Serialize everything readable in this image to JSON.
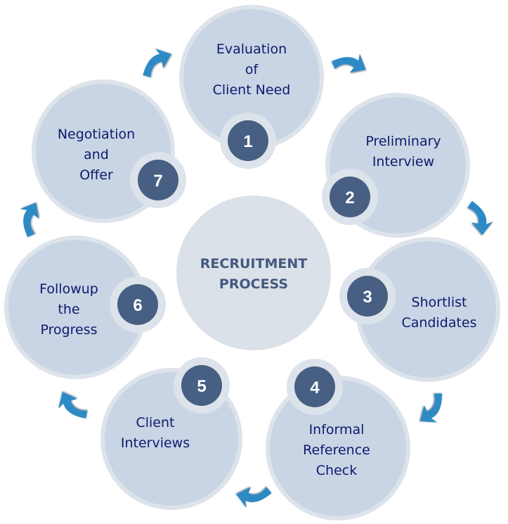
{
  "title": "RECRUITMENT PROCESS",
  "center": {
    "lines": [
      "RECRUITMENT",
      "PROCESS"
    ]
  },
  "colors": {
    "circle_fill": "#c9d5e4",
    "circle_ring": "#dde3ea",
    "center_fill": "#dbe1e8",
    "badge_fill": "#475f83",
    "arrow_fill": "#2f8ac4",
    "step_text": "#0d1a6e",
    "center_text": "#44597f"
  },
  "steps": [
    {
      "number": "1",
      "lines": [
        "Evaluation",
        "of",
        "Client Need"
      ]
    },
    {
      "number": "2",
      "lines": [
        "Preliminary",
        "Interview"
      ]
    },
    {
      "number": "3",
      "lines": [
        "Shortlist",
        "Candidates"
      ]
    },
    {
      "number": "4",
      "lines": [
        "Informal",
        "Reference",
        "Check"
      ]
    },
    {
      "number": "5",
      "lines": [
        "Client",
        "Interviews"
      ]
    },
    {
      "number": "6",
      "lines": [
        "Followup",
        "the",
        "Progress"
      ]
    },
    {
      "number": "7",
      "lines": [
        "Negotiation",
        "and",
        "Offer"
      ]
    }
  ],
  "arrows": [
    {
      "from": "1",
      "to": "2",
      "direction": "clockwise"
    },
    {
      "from": "2",
      "to": "3",
      "direction": "clockwise"
    },
    {
      "from": "3",
      "to": "4",
      "direction": "clockwise"
    },
    {
      "from": "4",
      "to": "5",
      "direction": "clockwise"
    },
    {
      "from": "5",
      "to": "6",
      "direction": "clockwise"
    },
    {
      "from": "6",
      "to": "7",
      "direction": "clockwise"
    },
    {
      "from": "7",
      "to": "1",
      "direction": "clockwise"
    }
  ]
}
